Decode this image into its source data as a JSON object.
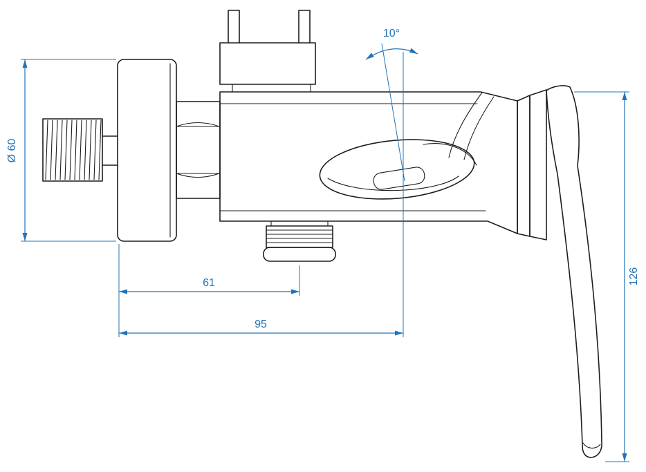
{
  "colors": {
    "line": "#1d1d1b",
    "dimension": "#2273b8",
    "background": "#ffffff"
  },
  "dimensions": {
    "diameter": "Ø 60",
    "angle": "10°",
    "spout_offset": "61",
    "body_depth": "95",
    "handle_length": "126"
  }
}
